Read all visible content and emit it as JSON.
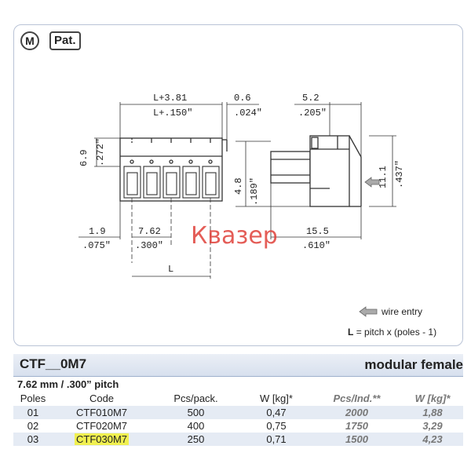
{
  "badges": {
    "m": "M",
    "pat": "Pat."
  },
  "dims": {
    "top_left_mm": "L+3.81",
    "top_left_in": "L+.150\"",
    "top_mid_mm": "0.6",
    "top_mid_in": ".024\"",
    "top_right_mm": "5.2",
    "top_right_in": ".205\"",
    "height_left_mm": "6.9",
    "height_left_in": ".272\"",
    "bottom_a_mm": "1.9",
    "bottom_a_in": ".075\"",
    "bottom_b_mm": "7.62",
    "bottom_b_in": ".300\"",
    "bottom_l": "L",
    "mid_height_mm": "4.8",
    "mid_height_in": ".189\"",
    "right_height_mm": "11.1",
    "right_height_in": ".437\"",
    "bottom_right_mm": "15.5",
    "bottom_right_in": ".610\""
  },
  "watermark": "Квазер",
  "legend": {
    "wire_entry": "wire entry",
    "formula_l": "L",
    "formula_rest": "= pitch x (poles - 1)"
  },
  "header": {
    "code": "CTF__0M7",
    "type": "modular female"
  },
  "pitch": "7.62 mm / .300” pitch",
  "table": {
    "columns": [
      "Poles",
      "Code",
      "Pcs/pack.",
      "W [kg]*",
      "Pcs/Ind.**",
      "W [kg]*"
    ],
    "rows": [
      {
        "poles": "01",
        "code": "CTF010M7",
        "pcs": "500",
        "w": "0,47",
        "pcs_ind": "2000",
        "w_ind": "1,88"
      },
      {
        "poles": "02",
        "code": "CTF020M7",
        "pcs": "400",
        "w": "0,75",
        "pcs_ind": "1750",
        "w_ind": "3,29"
      },
      {
        "poles": "03",
        "code": "CTF030M7",
        "pcs": "250",
        "w": "0,71",
        "pcs_ind": "1500",
        "w_ind": "4,23"
      }
    ]
  },
  "colors": {
    "frame": "#b9c3d6",
    "header_bg": "#d7e0ee",
    "row_shade": "#e5ebf4",
    "highlight": "#f0f050",
    "watermark": "#e0413a"
  }
}
